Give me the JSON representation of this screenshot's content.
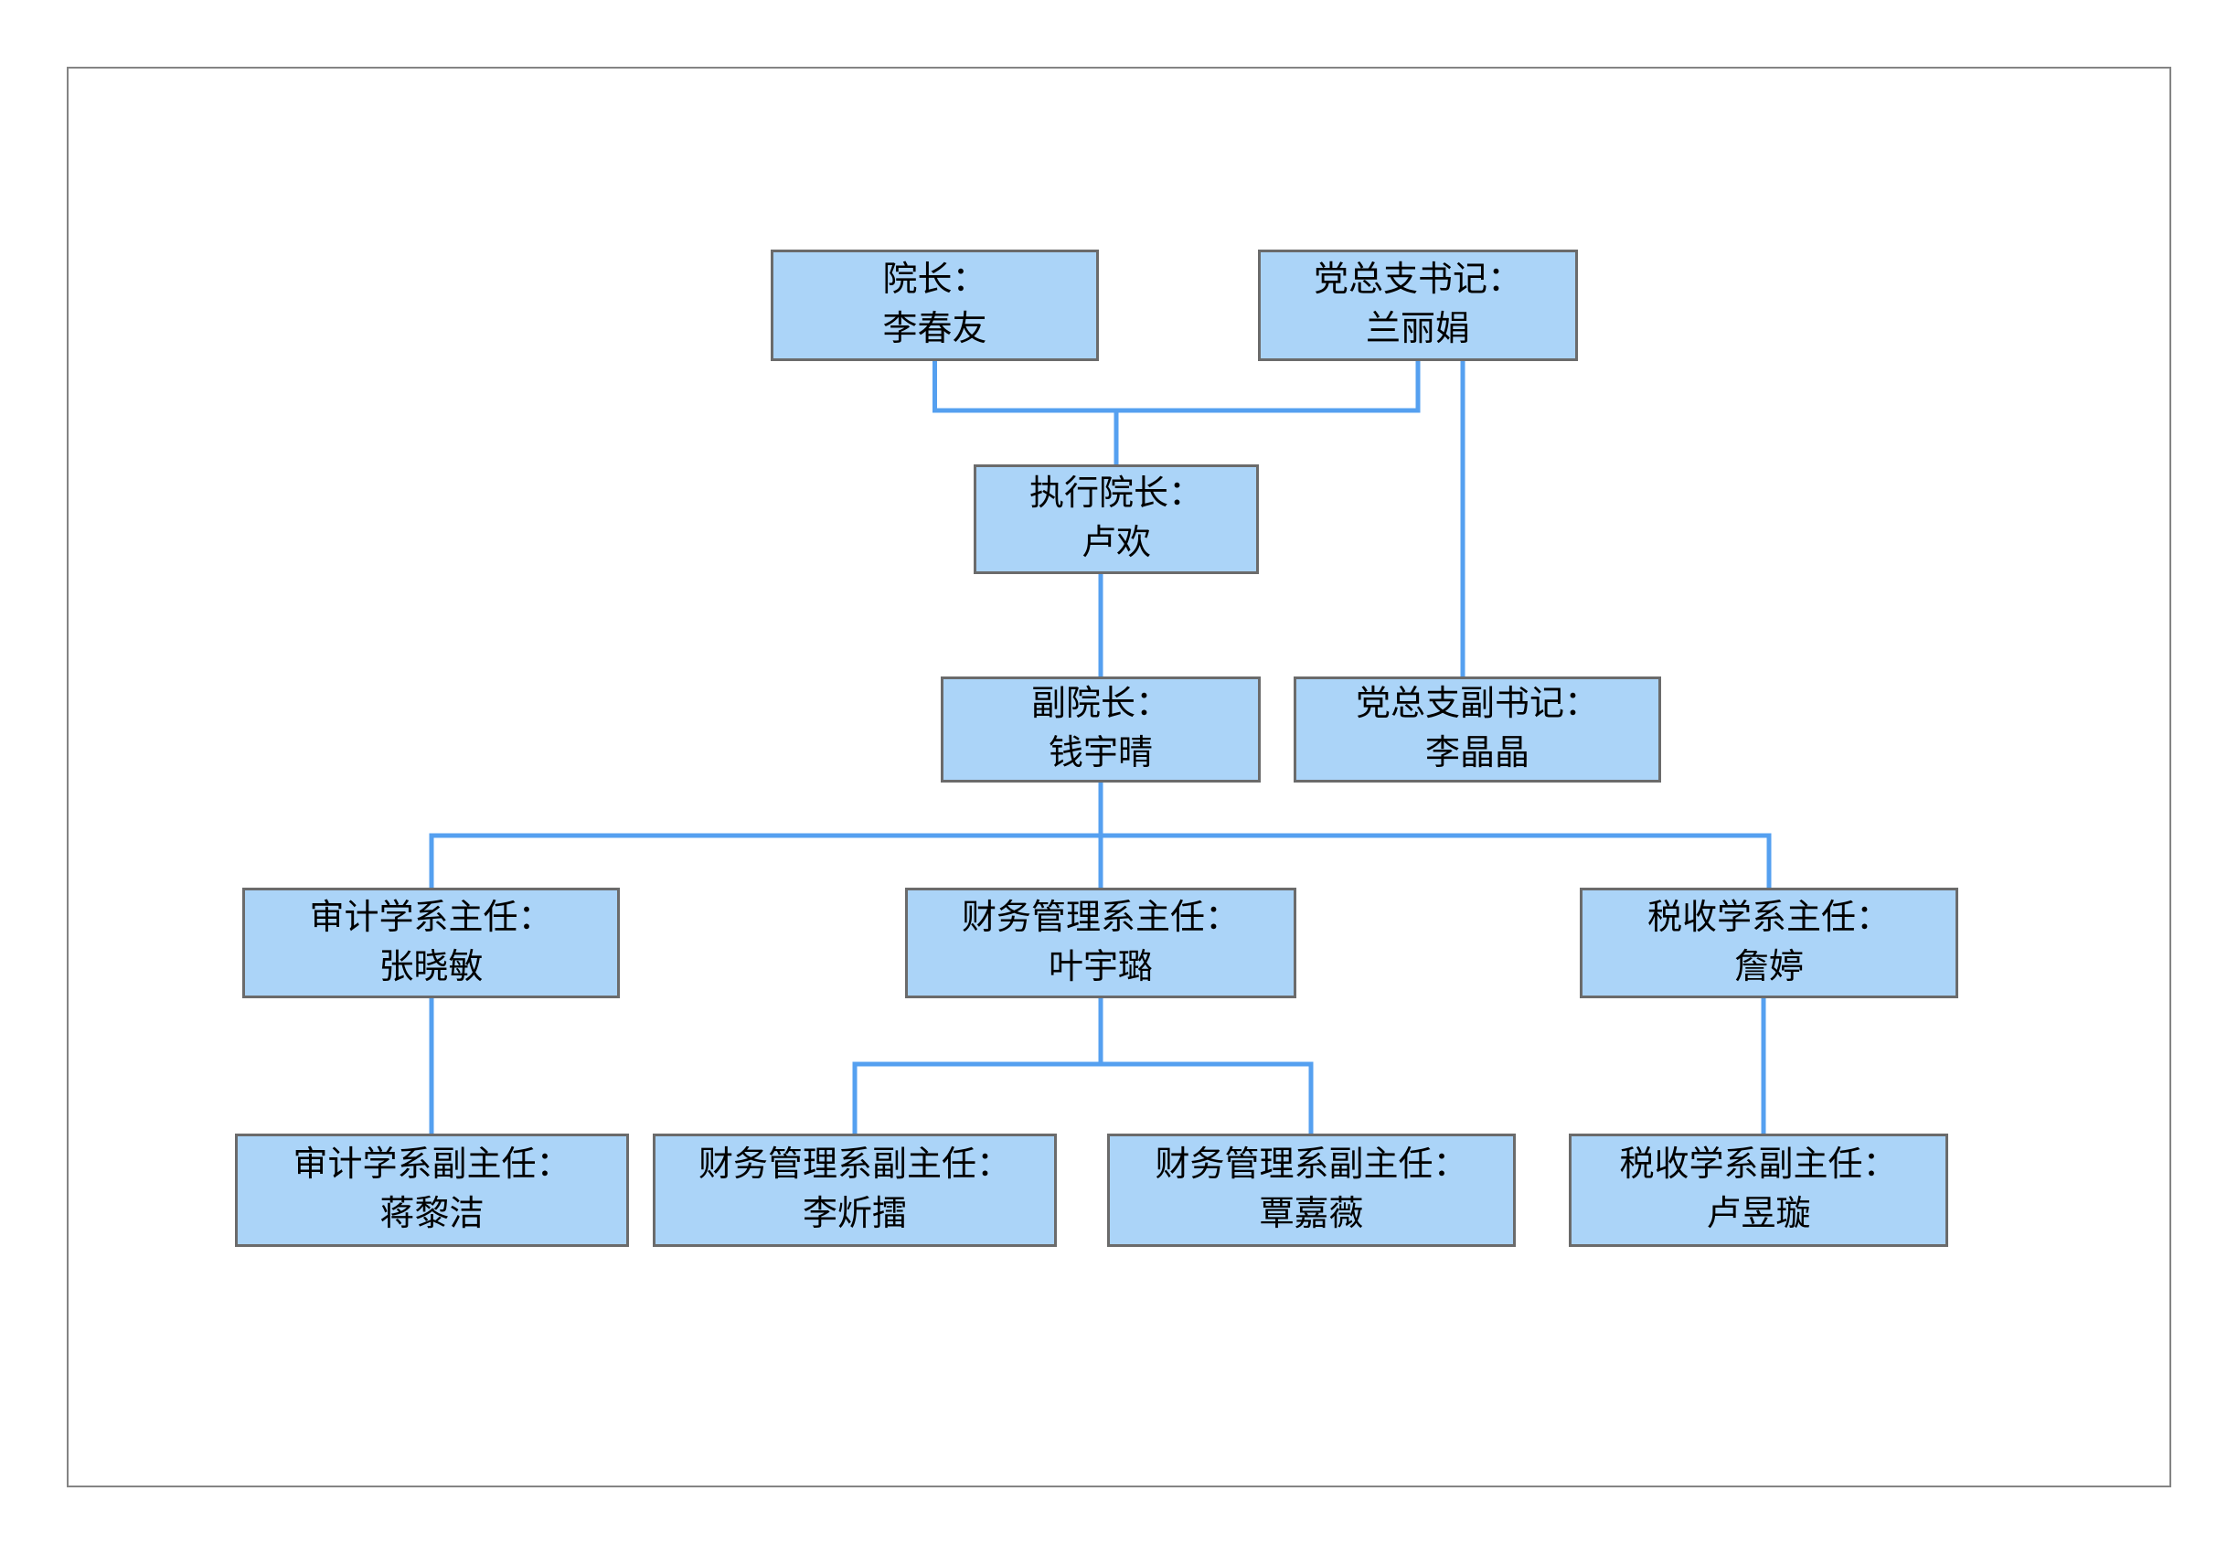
{
  "diagram": {
    "type": "org-chart",
    "colors": {
      "node_fill": "#abd4f8",
      "node_border": "#6b6b6b",
      "connector": "#55a0f0",
      "frame_border": "#848484",
      "text": "#000000"
    },
    "nodes": [
      {
        "id": "dean",
        "role": "院长：",
        "name": "李春友"
      },
      {
        "id": "party-secretary",
        "role": "党总支书记：",
        "name": "兰丽娟"
      },
      {
        "id": "executive-dean",
        "role": "执行院长：",
        "name": "卢欢"
      },
      {
        "id": "vice-dean",
        "role": "副院长：",
        "name": "钱宇晴"
      },
      {
        "id": "deputy-party-sec",
        "role": "党总支副书记：",
        "name": "李晶晶"
      },
      {
        "id": "audit-head",
        "role": "审计学系主任：",
        "name": "张晓敏"
      },
      {
        "id": "finance-head",
        "role": "财务管理系主任：",
        "name": "叶宇璐"
      },
      {
        "id": "tax-head",
        "role": "税收学系主任：",
        "name": "詹婷"
      },
      {
        "id": "audit-deputy",
        "role": "审计学系副主任：",
        "name": "蒋黎洁"
      },
      {
        "id": "finance-deputy-1",
        "role": "财务管理系副主任：",
        "name": "李炘擂"
      },
      {
        "id": "finance-deputy-2",
        "role": "财务管理系副主任：",
        "name": "覃嘉薇"
      },
      {
        "id": "tax-deputy",
        "role": "税收学系副主任：",
        "name": "卢昱璇"
      }
    ],
    "edges": [
      {
        "from": "dean",
        "to": "executive-dean"
      },
      {
        "from": "party-secretary",
        "to": "executive-dean"
      },
      {
        "from": "party-secretary",
        "to": "deputy-party-sec"
      },
      {
        "from": "executive-dean",
        "to": "vice-dean"
      },
      {
        "from": "vice-dean",
        "to": "audit-head"
      },
      {
        "from": "vice-dean",
        "to": "finance-head"
      },
      {
        "from": "vice-dean",
        "to": "tax-head"
      },
      {
        "from": "audit-head",
        "to": "audit-deputy"
      },
      {
        "from": "finance-head",
        "to": "finance-deputy-1"
      },
      {
        "from": "finance-head",
        "to": "finance-deputy-2"
      },
      {
        "from": "tax-head",
        "to": "tax-deputy"
      }
    ]
  }
}
